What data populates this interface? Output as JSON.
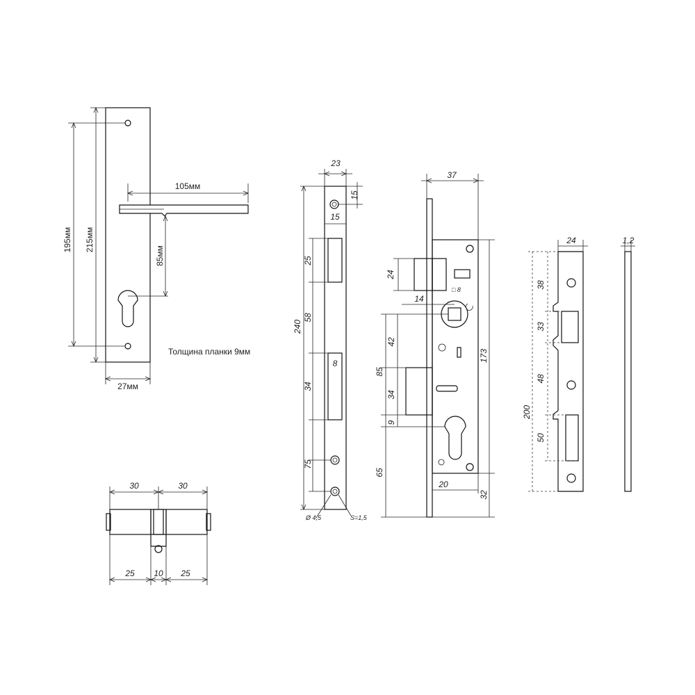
{
  "handle_plate": {
    "d_height_holes": "195мм",
    "d_height_total": "215мм",
    "d_handle_length": "105мм",
    "d_handle_axis": "85мм",
    "d_width": "27мм",
    "note": "Толщина планки 9мм"
  },
  "cylinder": {
    "d_top_left": "30",
    "d_top_right": "30",
    "d_bottom_left": "25",
    "d_bottom_mid": "10",
    "d_bottom_right": "25"
  },
  "faceplate": {
    "d_width": "23",
    "d_top": "15",
    "d_hole_offset": "15",
    "d_height": "240",
    "d_latch": "25",
    "d_between": "58",
    "d_bolt": "34",
    "d_bottom": "75",
    "d_hole_diameter": "Ø 4,5",
    "d_thickness": "S=1,5",
    "mark": "8"
  },
  "lock_body": {
    "d_depth": "37",
    "d_latch_height": "24",
    "d_latch_offset": "14",
    "d_spindle": "□ 8",
    "d_spindle_to_bolt": "42",
    "d_backset": "85",
    "d_bolt_height": "34",
    "d_bolt_gap": "9",
    "d_bottom": "65",
    "d_total": "173",
    "d_cylinder": "20",
    "d_base": "32"
  },
  "strike_plate": {
    "d_width": "24",
    "d_thickness": "1,2",
    "d_total": "200",
    "d_top": "38",
    "d_latch_slot": "33",
    "d_middle": "48",
    "d_bolt_slot": "50"
  }
}
